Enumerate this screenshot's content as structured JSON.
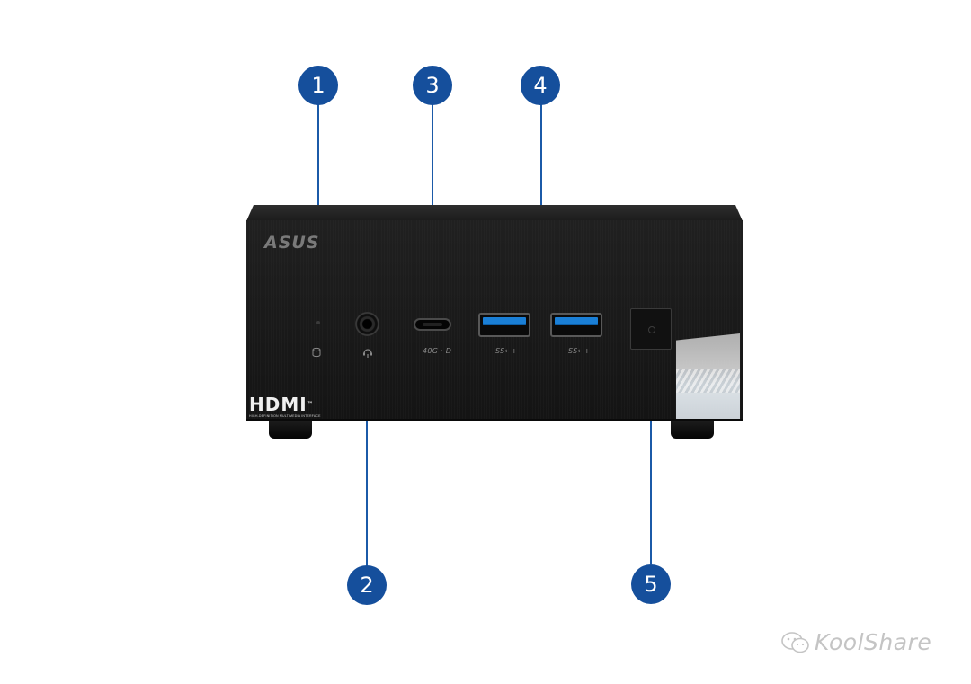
{
  "photo": {
    "brand_logo": "ASUS",
    "hdmi_logo": {
      "mark": "HDMI",
      "trademark": "™",
      "tagline": "HIGH-DEFINITION MULTIMEDIA INTERFACE"
    },
    "port_labels": {
      "usb_c": "40G · D",
      "usb_a_1": "SS⇠+",
      "usb_a_2": "SS⇠+"
    },
    "icons": {
      "led": "drive-activity-icon",
      "audio": "headset-mic-icon",
      "power": "power-icon"
    }
  },
  "callouts": [
    {
      "number": "1",
      "target": "led"
    },
    {
      "number": "2",
      "target": "audio-jack"
    },
    {
      "number": "3",
      "target": "usb-c-port"
    },
    {
      "number": "4",
      "target": "usb-a-ports"
    },
    {
      "number": "5",
      "target": "power-button"
    }
  ],
  "colors": {
    "callout": "#154f9c",
    "device": "#1a1a1a",
    "usb_accent": "#1a7fd6"
  },
  "watermark": {
    "text": "KoolShare",
    "icon": "wechat-icon"
  }
}
